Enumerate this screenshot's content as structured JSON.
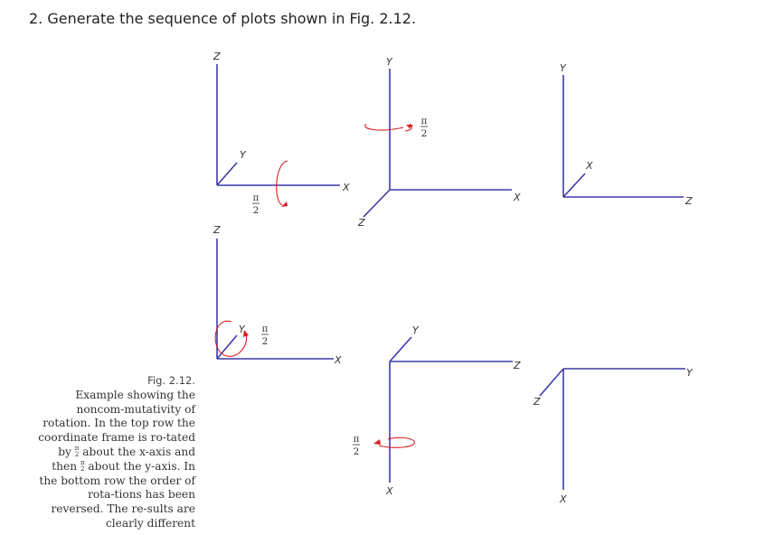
{
  "heading": "2. Generate the sequence of plots shown in Fig. 2.12.",
  "caption": {
    "title": "Fig. 2.12.",
    "frac_num": "π",
    "frac_den": "2",
    "text_a": "Example showing the noncom-mutativity of rotation. In the top row the coordinate frame is ro-tated by ",
    "text_b": " about the x-axis and then ",
    "text_c": " about the y-axis. In the bottom row the order of rota-tions has been reversed. The re-sults are clearly different"
  },
  "angle": {
    "num": "π",
    "den": "2"
  },
  "frames": {
    "top1": {
      "up": "Z",
      "diag": "Y",
      "right": "X"
    },
    "top2": {
      "up": "Y",
      "diag": "Z",
      "right": "X"
    },
    "top3": {
      "up": "Y",
      "diag": "X",
      "right": "Z"
    },
    "bot1": {
      "up": "Z",
      "diag": "Y",
      "right": "X"
    },
    "bot2": {
      "diag": "Y",
      "right": "Z",
      "down": "X"
    },
    "bot3": {
      "diag": "Z",
      "right": "Y",
      "down": "X"
    }
  },
  "colors": {
    "axis": "#3f3aa8",
    "rotation": "#d62020"
  }
}
